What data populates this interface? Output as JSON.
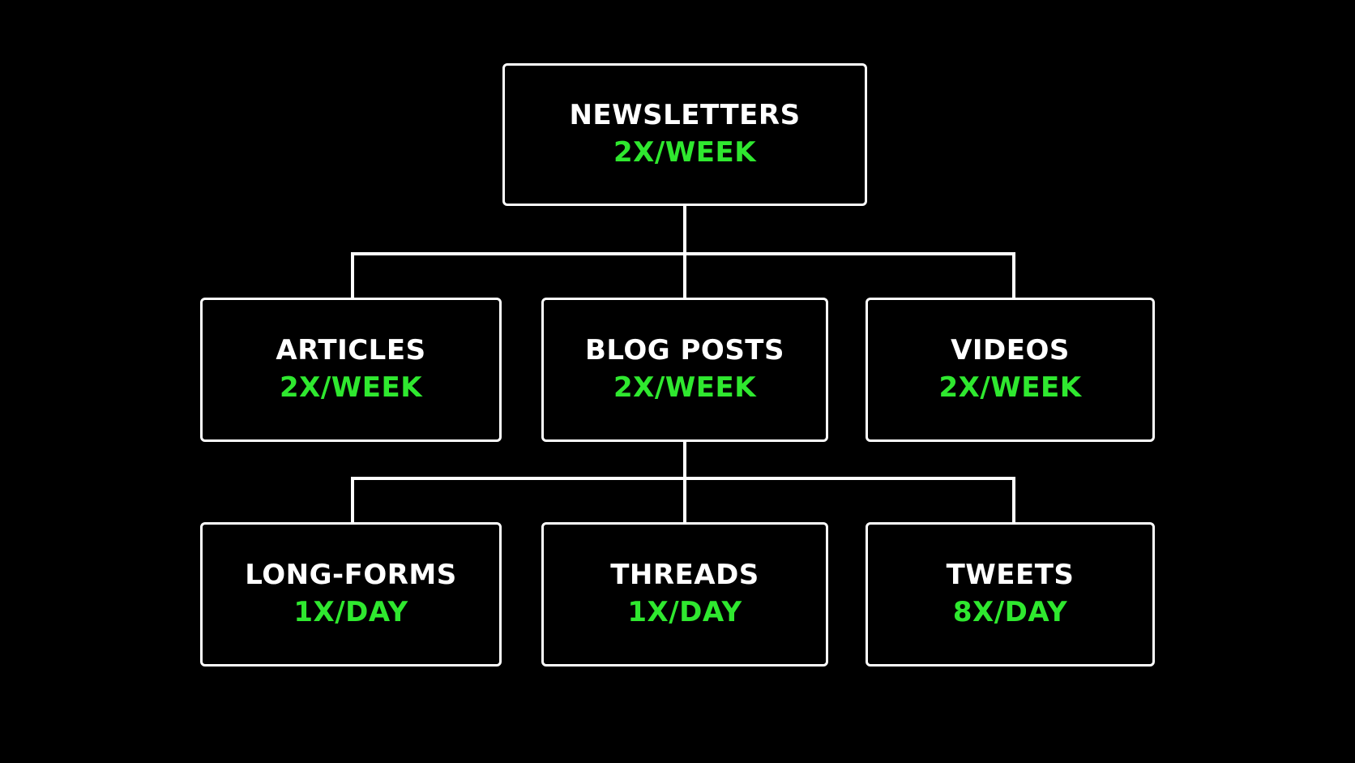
{
  "colors": {
    "background": "#000000",
    "box_border": "#ffffff",
    "label_text": "#ffffff",
    "frequency_text": "#2fe82f"
  },
  "diagram": {
    "root": {
      "label": "NEWSLETTERS",
      "frequency": "2X/WEEK"
    },
    "level1": [
      {
        "label": "ARTICLES",
        "frequency": "2X/WEEK"
      },
      {
        "label": "BLOG POSTS",
        "frequency": "2X/WEEK"
      },
      {
        "label": "VIDEOS",
        "frequency": "2X/WEEK"
      }
    ],
    "level2": [
      {
        "label": "LONG-FORMS",
        "frequency": "1X/DAY"
      },
      {
        "label": "THREADS",
        "frequency": "1X/DAY"
      },
      {
        "label": "TWEETS",
        "frequency": "8X/DAY"
      }
    ],
    "edges": [
      {
        "from": "NEWSLETTERS",
        "to": "ARTICLES"
      },
      {
        "from": "NEWSLETTERS",
        "to": "BLOG POSTS"
      },
      {
        "from": "NEWSLETTERS",
        "to": "VIDEOS"
      },
      {
        "from": "BLOG POSTS",
        "to": "LONG-FORMS"
      },
      {
        "from": "BLOG POSTS",
        "to": "THREADS"
      },
      {
        "from": "BLOG POSTS",
        "to": "TWEETS"
      }
    ]
  }
}
